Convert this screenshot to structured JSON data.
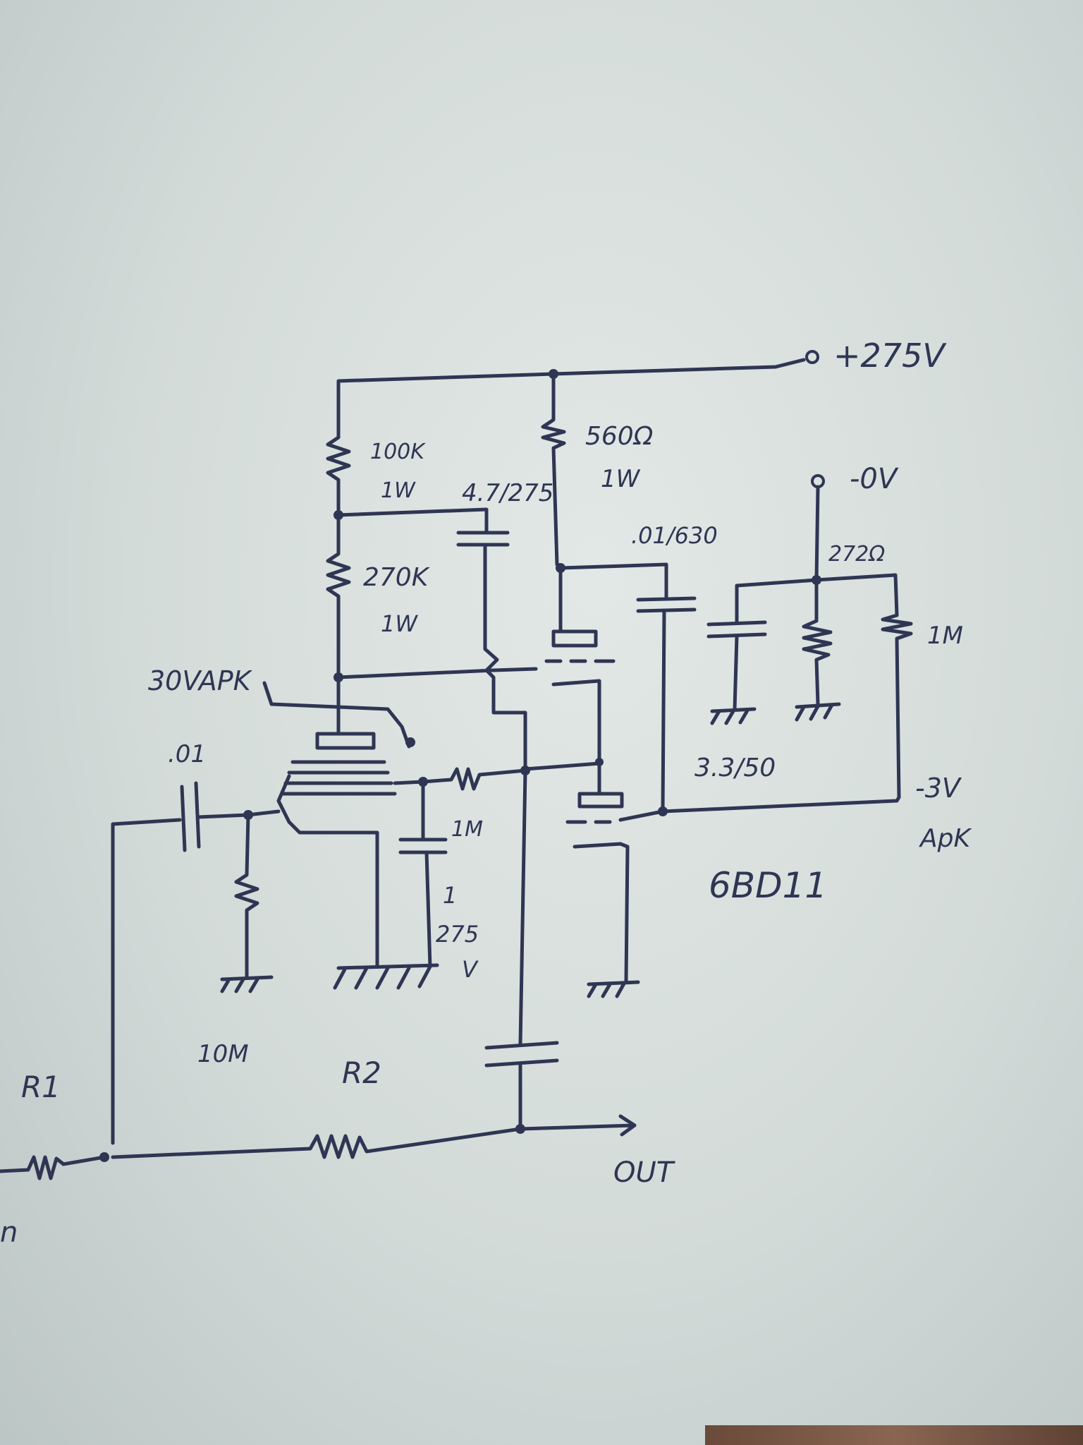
{
  "labels": {
    "supply": "+275V",
    "zero_v": "-0V",
    "r_100k": "100K",
    "r_100k_w": "1W",
    "c_47": "4.7/275",
    "r_560": "560Ω",
    "r_560_w": "1W",
    "c_01_630": ".01/630",
    "r_272": "272Ω",
    "r_1m_right": "1M",
    "r_270k": "270K",
    "r_270k_w": "1W",
    "v_apk": "30VAPK",
    "c_001": ".01",
    "r_1m_grid": "1M",
    "c_1_275": "1",
    "c_1_275_v": "275",
    "c_1_275_vv": "V",
    "c_33_50": "3.3/50",
    "v_minus3": "-3V",
    "v_minus3_apk": "ApK",
    "tube": "6BD11",
    "r_10m": "10M",
    "r1": "R1",
    "r2": "R2",
    "out": "OUT",
    "in_partial": "n"
  }
}
